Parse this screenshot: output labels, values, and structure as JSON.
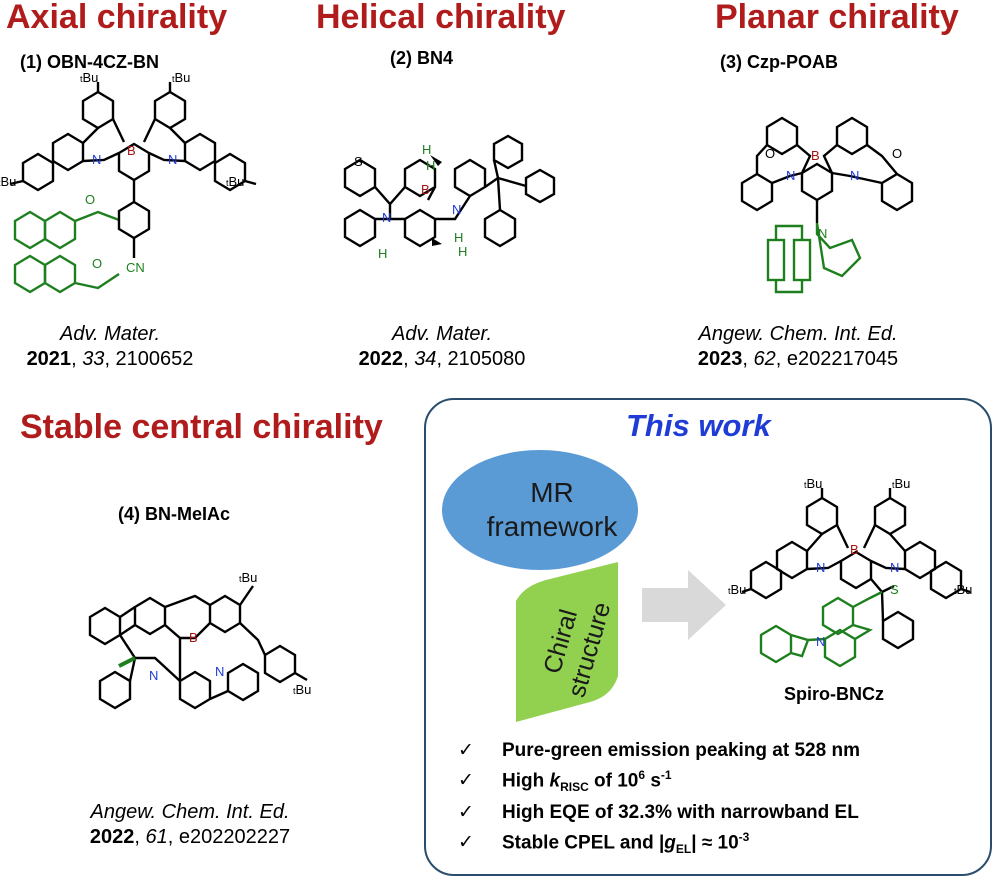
{
  "colors": {
    "category_red": "#b01c1c",
    "this_work_blue": "#1f3cd6",
    "box_border": "#2a4d6e",
    "ellipse_blue": "#5b9bd5",
    "chiral_green": "#92d050",
    "arrow_gray": "#d9d9d9",
    "boron": "#a31515",
    "nitrogen": "#1f3cd6",
    "chiral_moiety_green": "#1e7f1e"
  },
  "axial": {
    "category": "Axial chirality",
    "compound": "(1) OBN-4CZ-BN",
    "journal": "Adv. Mater.",
    "year": "2021",
    "volume": "33",
    "pages": ", 2100652"
  },
  "helical": {
    "category": "Helical chirality",
    "compound": "(2) BN4",
    "journal": "Adv. Mater.",
    "year": "2022",
    "volume": "34",
    "pages": ", 2105080"
  },
  "planar": {
    "category": "Planar chirality",
    "compound": "(3) Czp-POAB",
    "journal": "Angew. Chem. Int. Ed.",
    "year": "2023",
    "volume": "62",
    "pages": ", e202217045"
  },
  "central": {
    "category": "Stable central chirality",
    "compound": "(4) BN-MeIAc",
    "journal": "Angew. Chem. Int. Ed.",
    "year": "2022",
    "volume": "61",
    "pages": ", e202202227"
  },
  "this_work": {
    "title": "This work",
    "ellipse_label": [
      "MR",
      "framework"
    ],
    "chiral_label": [
      "Chiral",
      "structure"
    ],
    "compound": "Spiro-BNCz",
    "checkmark": "✓",
    "bullets": {
      "b1": "Pure-green emission peaking at 528 nm",
      "b2_pre": "High ",
      "b2_k": "k",
      "b2_sub": "RISC",
      "b2_mid": " of 10",
      "b2_sup1": "6",
      "b2_unit": " s",
      "b2_sup2": "-1",
      "b3": "High EQE of 32.3% with narrowband EL",
      "b4_pre": "Stable CPEL and |",
      "b4_g": "g",
      "b4_sub": "EL",
      "b4_mid": "| ≈ 10",
      "b4_sup": "-3"
    }
  },
  "atoms": {
    "B": "B",
    "N": "N",
    "S": "S",
    "O": "O",
    "H": "H",
    "CN": "CN",
    "tBu_sup": "t",
    "tBu": "Bu"
  }
}
